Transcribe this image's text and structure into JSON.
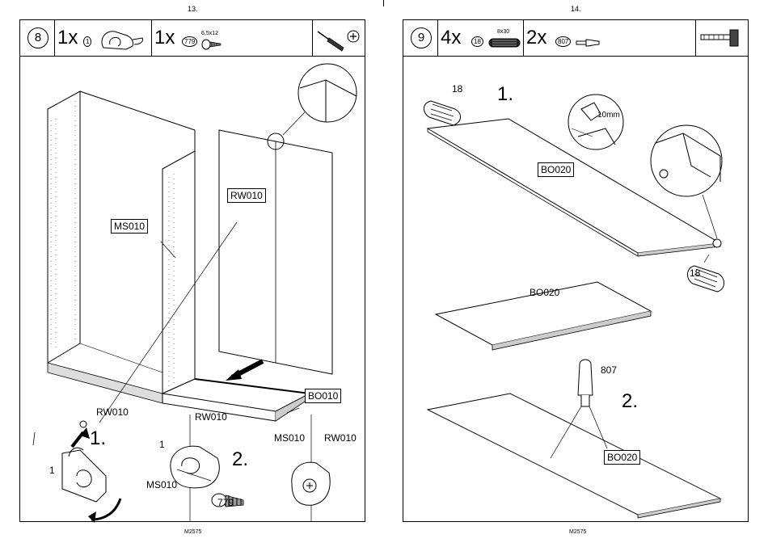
{
  "left_page": {
    "page_number": "13.",
    "footer": "M2575",
    "step": "8",
    "parts": [
      {
        "qty": "1x",
        "part_id": "1"
      },
      {
        "qty": "1x",
        "part_id": "779",
        "size": "6,5x12"
      }
    ],
    "tools": [
      "screwdriver-icon",
      "phillips-bit-icon"
    ],
    "labels": {
      "rw010_box": "RW010",
      "ms010_box": "MS010",
      "bo010_box": "BO010",
      "rw010_a": "RW010",
      "rw010_b": "RW010",
      "rw010_c": "RW010",
      "ms010_a": "MS010",
      "ms010_b": "MS010",
      "num_1a": "1",
      "num_1b": "1",
      "num_779": "779",
      "step1": "1.",
      "step2": "2."
    }
  },
  "right_page": {
    "page_number": "14.",
    "footer": "M2575",
    "step": "9",
    "parts": [
      {
        "qty": "4x",
        "part_id": "18",
        "size": "8x30"
      },
      {
        "qty": "2x",
        "part_id": "807"
      }
    ],
    "tools": [
      "hammer-icon"
    ],
    "labels": {
      "n18_top": "18",
      "n18_bottom": "18",
      "step1": "1.",
      "step2": "2.",
      "mm": "10mm",
      "bo020_box1": "BO020",
      "bo020_plain": "BO020",
      "bo020_box2": "BO020",
      "n807": "807"
    }
  }
}
